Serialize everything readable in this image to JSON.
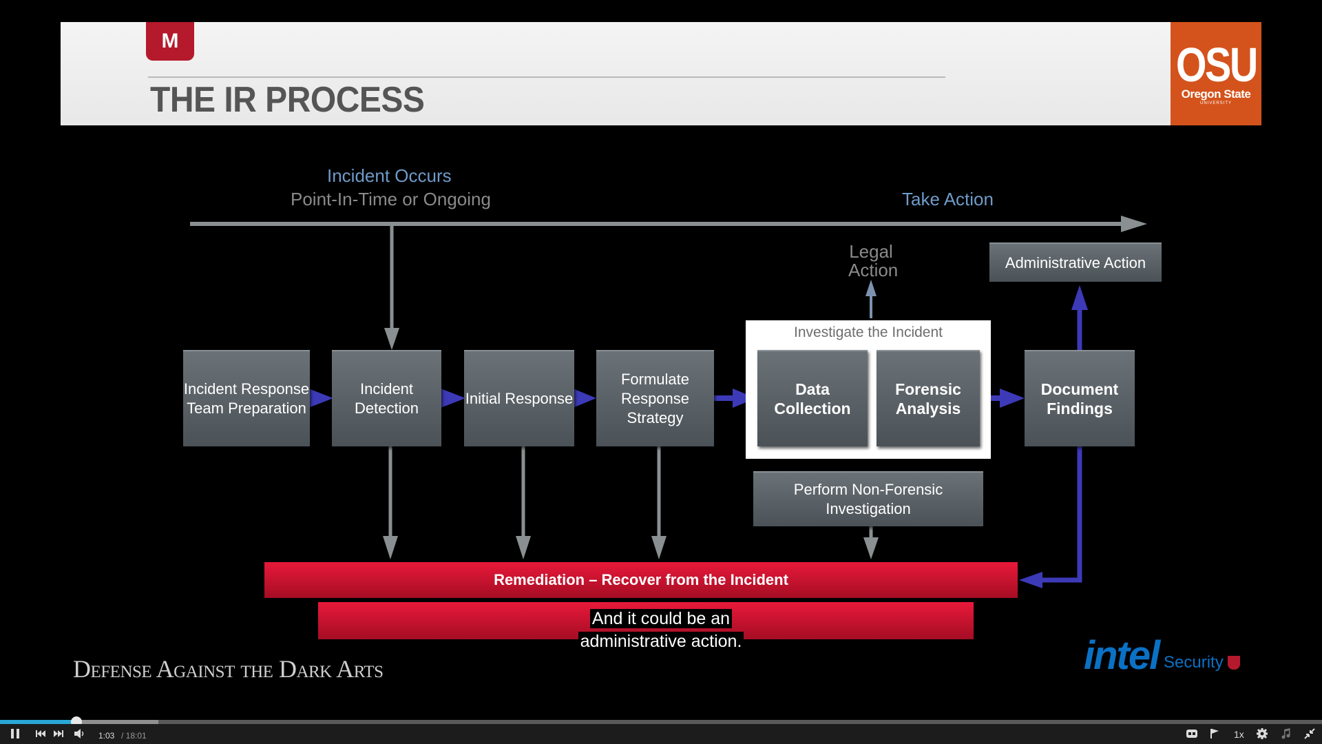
{
  "slide": {
    "title": "THE IR PROCESS",
    "osu": {
      "big": "OSU",
      "small": "Oregon State",
      "tiny": "UNIVERSITY"
    },
    "course_title": "Defense Against the Dark Arts",
    "intel": {
      "logo": "intel",
      "security": "Security"
    },
    "mcafee_letter": "M"
  },
  "diagram": {
    "incident_occurs": "Incident Occurs",
    "point_in_time": "Point-In-Time or Ongoing",
    "take_action": "Take Action",
    "legal_action_1": "Legal",
    "legal_action_2": "Action",
    "administrative_action": "Administrative Action",
    "investigate_label": "Investigate the Incident",
    "boxes": {
      "irt_prep": "Incident Response Team Preparation",
      "detection": "Incident Detection",
      "initial_response": "Initial Response",
      "formulate": "Formulate Response Strategy",
      "data_collection": "Data Collection",
      "forensic_analysis": "Forensic Analysis",
      "document_findings": "Document Findings",
      "non_forensic": "Perform Non-Forensic Investigation"
    },
    "remediation": "Remediation – Recover from the Incident"
  },
  "subtitle": {
    "line1": "And it could be an",
    "line2": "administrative action."
  },
  "player": {
    "current_time": "1:03",
    "total_time": "/ 18:01",
    "speed": "1x",
    "progress_fraction": 0.058,
    "icons": [
      "pause-icon",
      "skip-back-icon",
      "skip-forward-icon",
      "volume-icon",
      "captions-icon",
      "flag-icon",
      "settings-icon",
      "music-icon",
      "fullscreen-exit-icon"
    ]
  },
  "colors": {
    "accent_blue": "#6f9bc9",
    "remediation_red": "#d8142f",
    "arrow_purple": "#3d3ab8",
    "osu_orange": "#d4531c",
    "progress_blue": "#2aa7d6"
  }
}
